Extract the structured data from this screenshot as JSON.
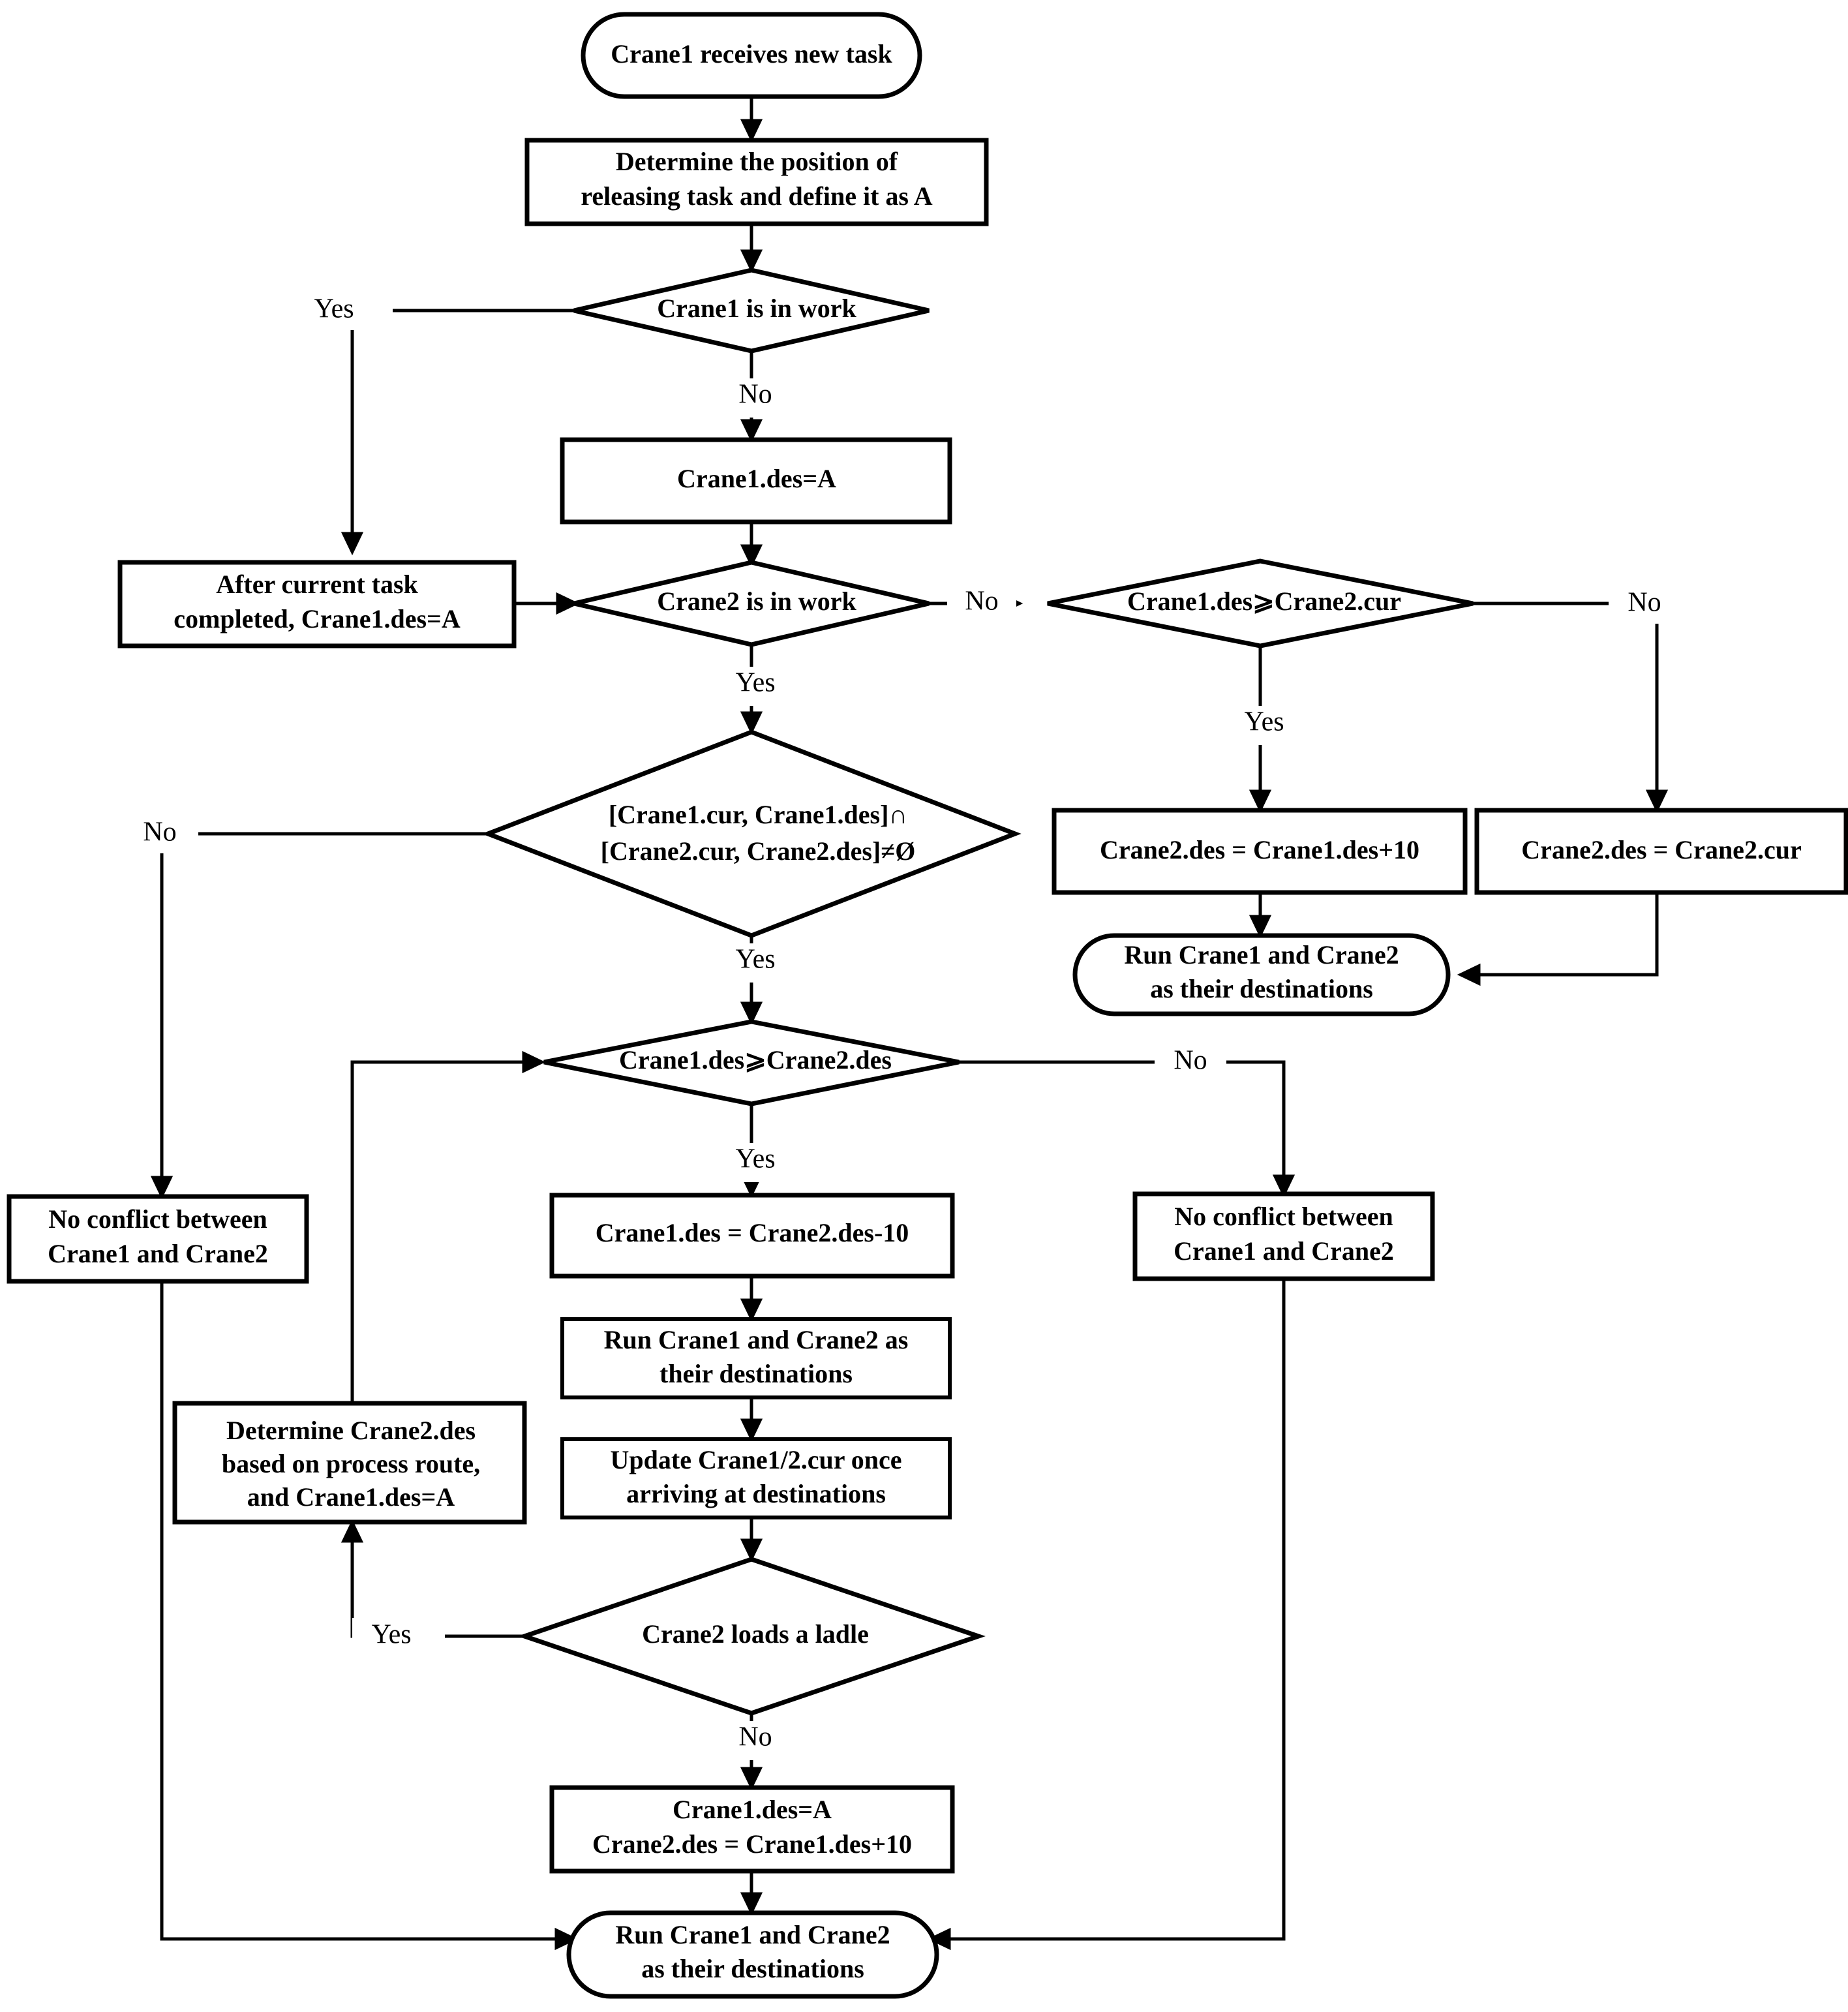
{
  "diagram": {
    "title": "Crane task assignment and anti-collision flowchart",
    "colors": {
      "background": "#ffffff",
      "stroke": "#000000",
      "fill": "#ffffff"
    },
    "nodes": {
      "start": {
        "type": "terminator",
        "label": "Crane1 receives new task"
      },
      "determine_position": {
        "type": "process",
        "line1": "Determine the position of",
        "line2_a": "releasing task and define it as ",
        "line2_b": "A"
      },
      "crane1_in_work": {
        "type": "decision",
        "label": "Crane1 is in work"
      },
      "crane1_des_a": {
        "type": "process",
        "label_a": "Crane1.des=",
        "label_b": "A"
      },
      "after_current_task": {
        "type": "process",
        "line1": "After current task",
        "line2_a": "completed, Crane1.des=",
        "line2_b": "A"
      },
      "crane2_in_work": {
        "type": "decision",
        "label": "Crane2 is in work"
      },
      "crane1des_ge_crane2cur": {
        "type": "decision",
        "label": "Crane1.des⩾Crane2.cur"
      },
      "crane2des_eq_crane1des_plus10": {
        "type": "process",
        "label": "Crane2.des = Crane1.des+10"
      },
      "crane2des_eq_crane2cur": {
        "type": "process",
        "label": "Crane2.des = Crane2.cur"
      },
      "run_cranes_right": {
        "type": "terminator",
        "line1": "Run Crane1 and Crane2",
        "line2": "as their destinations"
      },
      "interval_overlap": {
        "type": "decision",
        "line1": "[Crane1.cur, Crane1.des]∩",
        "line2": "[Crane2.cur, Crane2.des]≠Ø"
      },
      "no_conflict_left": {
        "type": "process",
        "line1": "No conflict between",
        "line2": "Crane1 and Crane2"
      },
      "crane1des_ge_crane2des": {
        "type": "decision",
        "label": "Crane1.des⩾Crane2.des"
      },
      "no_conflict_right": {
        "type": "process",
        "line1": "No conflict between",
        "line2": "Crane1 and Crane2"
      },
      "crane1des_eq_crane2des_minus10": {
        "type": "process",
        "label": "Crane1.des = Crane2.des-10"
      },
      "run_cranes_mid": {
        "type": "process",
        "line1": "Run Crane1 and Crane2 as",
        "line2": "their destinations"
      },
      "update_cur": {
        "type": "process",
        "line1": "Update Crane1/2.cur once",
        "line2": "arriving at destinations"
      },
      "determine_crane2des": {
        "type": "process",
        "line1": "Determine Crane2.des",
        "line2": "based on process route,",
        "line3_a": "and Crane1.des=",
        "line3_b": "A"
      },
      "crane2_loads_ladle": {
        "type": "decision",
        "label": "Crane2 loads a ladle"
      },
      "final_assign": {
        "type": "process",
        "line1_a": "Crane1.des=",
        "line1_b": "A",
        "line2": "Crane2.des = Crane1.des+10"
      },
      "run_cranes_end": {
        "type": "terminator",
        "line1": "Run Crane1 and Crane2",
        "line2": "as their destinations"
      }
    },
    "edge_labels": {
      "crane1_in_work_yes": "Yes",
      "crane1_in_work_no": "No",
      "crane2_in_work_yes": "Yes",
      "crane2_in_work_no": "No",
      "ge_cur_yes": "Yes",
      "ge_cur_no": "No",
      "overlap_no": "No",
      "overlap_yes": "Yes",
      "ge_des_yes": "Yes",
      "ge_des_no": "No",
      "ladle_yes": "Yes",
      "ladle_no": "No"
    }
  }
}
